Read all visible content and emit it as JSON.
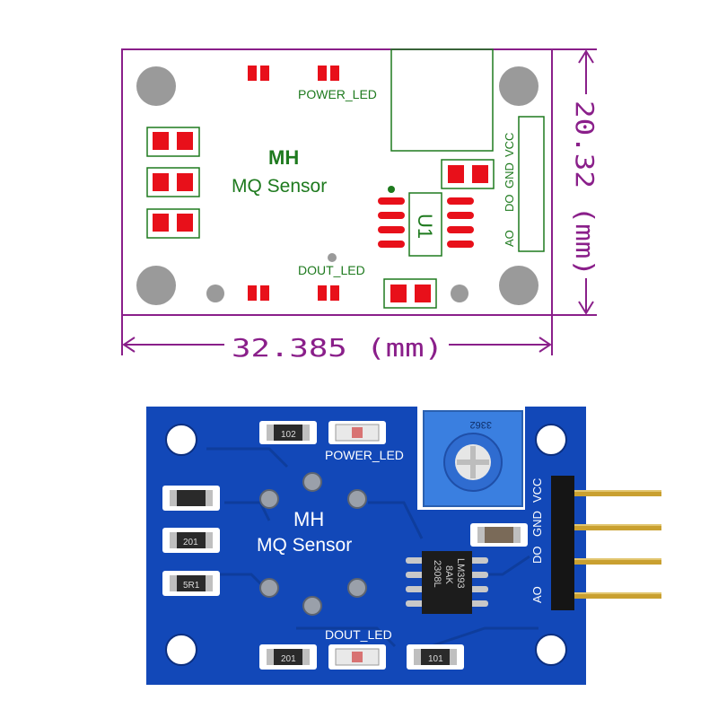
{
  "drawing": {
    "power_led": "POWER_LED",
    "dout_led": "DOUT_LED",
    "brand": "MH",
    "model": "MQ Sensor",
    "pin_vcc": "VCC",
    "pin_gnd": "GND",
    "pin_do": "DO",
    "pin_ao": "AO",
    "chip": "U1",
    "width_dim": "32.385 (mm)",
    "height_dim": "20.32 (mm)"
  },
  "board": {
    "power_led": "POWER_LED",
    "dout_led": "DOUT_LED",
    "brand": "MH",
    "model": "MQ Sensor",
    "pin_vcc": "VCC",
    "pin_gnd": "GND",
    "pin_do": "DO",
    "pin_ao": "AO",
    "ic_line1": "LM393",
    "ic_line2": "8AK",
    "ic_line3": "2308L",
    "pot_label": "3362",
    "smd_102": "102",
    "smd_201a": "201",
    "smd_201b": "201",
    "smd_5r1": "5R1",
    "smd_101": "101"
  },
  "colors": {
    "outline_green": "#1e7a1e",
    "pad_red": "#e8101a",
    "dimension_purple": "#8a1f8a",
    "hole_gray": "#9a9a9a",
    "pcb_blue": "#1248b8",
    "pot_blue": "#3a7fe0",
    "pin_gold": "#c9a030"
  }
}
